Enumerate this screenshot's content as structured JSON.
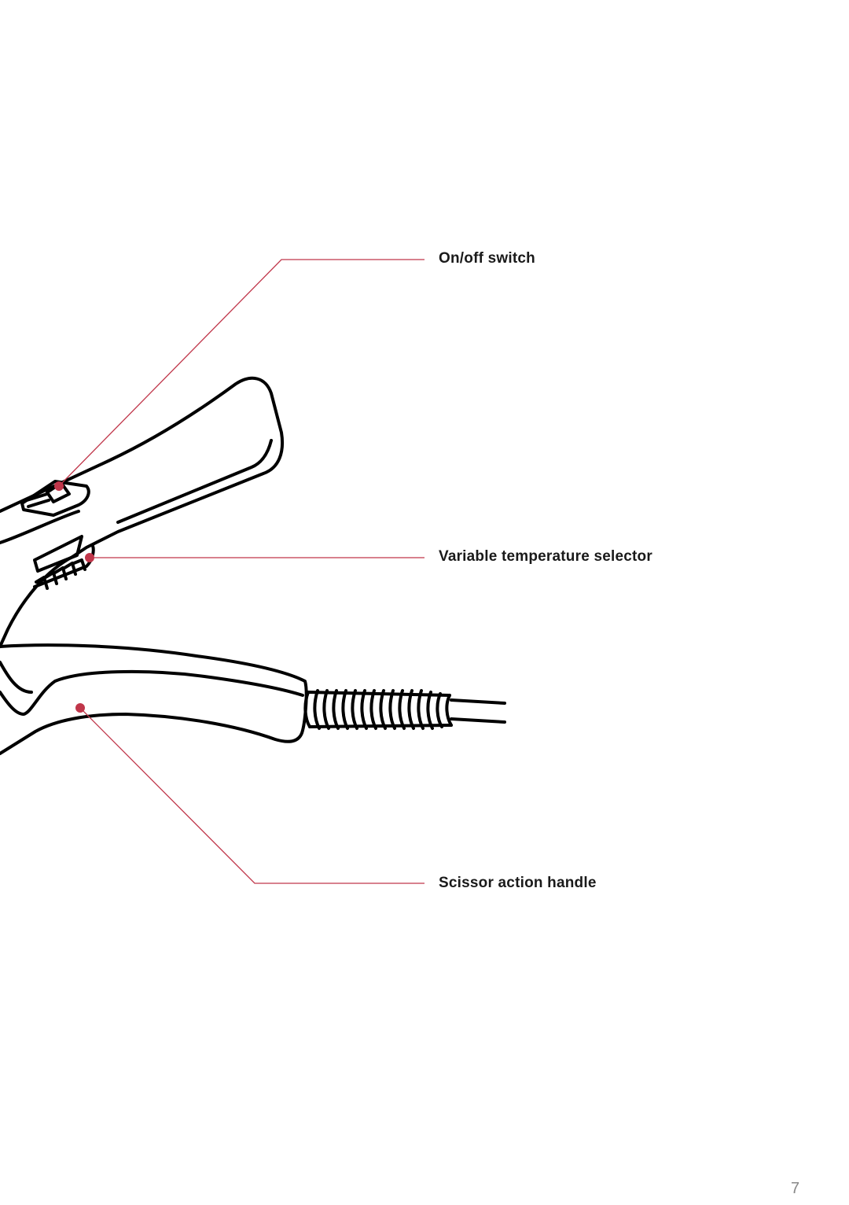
{
  "callouts": {
    "on_off_switch": "On/off switch",
    "temperature_selector": "Variable temperature selector",
    "scissor_handle": "Scissor action handle"
  },
  "page_number": "7",
  "colors": {
    "leader_line": "#c0364a",
    "outline": "#000000",
    "background": "#ffffff"
  }
}
